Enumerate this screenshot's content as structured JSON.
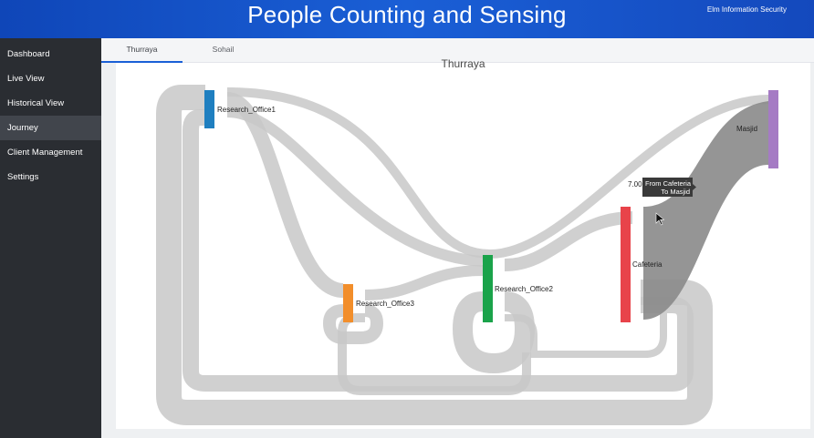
{
  "header": {
    "title": "People Counting and Sensing",
    "org": "Elm Information Security"
  },
  "sidebar": {
    "items": [
      {
        "label": "Dashboard"
      },
      {
        "label": "Live View"
      },
      {
        "label": "Historical View"
      },
      {
        "label": "Journey",
        "active": true
      },
      {
        "label": "Client Management"
      },
      {
        "label": "Settings"
      }
    ]
  },
  "tabs": [
    {
      "label": "Thurraya",
      "active": true
    },
    {
      "label": "Sohail"
    }
  ],
  "chart_data": {
    "type": "sankey",
    "title": "Thurraya",
    "nodes": [
      {
        "name": "Research_Office1",
        "color": "#1f7fc0"
      },
      {
        "name": "Research_Office3",
        "color": "#f28e2b"
      },
      {
        "name": "Research_Office2",
        "color": "#1aa34a"
      },
      {
        "name": "Cafeteria",
        "color": "#e8434a"
      },
      {
        "name": "Masjid",
        "color": "#a57bc4"
      }
    ],
    "tooltip": {
      "value": "7.00",
      "line1": "From Cafeteria",
      "line2": "To Masjid"
    },
    "highlighted_link": {
      "source": "Cafeteria",
      "target": "Masjid",
      "value": 7.0
    },
    "link_color": "#c8c8c8",
    "highlight_color": "#8c8c8c"
  }
}
